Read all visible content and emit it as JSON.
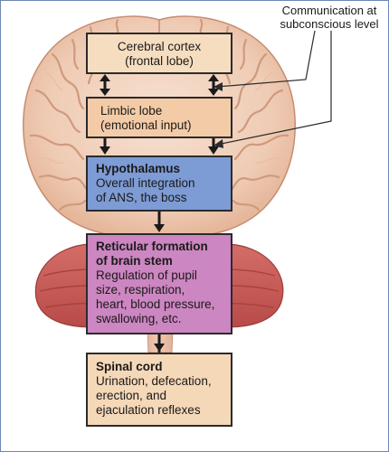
{
  "boxes": {
    "cerebral_cortex": {
      "line1": "Cerebral cortex",
      "line2": "(frontal lobe)"
    },
    "limbic_lobe": {
      "line1": "Limbic lobe",
      "line2": "(emotional input)"
    },
    "hypothalamus": {
      "title": "Hypothalamus",
      "line1": "Overall integration",
      "line2": "of ANS, the boss"
    },
    "reticular_formation": {
      "title1": "Reticular formation",
      "title2": "of brain stem",
      "line1": "Regulation of pupil",
      "line2": "size, respiration,",
      "line3": "heart, blood pressure,",
      "line4": "swallowing, etc."
    },
    "spinal_cord": {
      "title": "Spinal cord",
      "line1": "Urination, defecation,",
      "line2": "erection, and",
      "line3": "ejaculation reflexes"
    }
  },
  "callout": {
    "line1": "Communication at",
    "line2": "subconscious level"
  },
  "colors": {
    "frame": "#6d86b4",
    "brain": "#f1d3bf",
    "brain_fold": "#d8a184",
    "cerebellum": "#c85b57",
    "stem": "#e7b9a0",
    "cortex_box": "#f6ddc0",
    "limbic_box": "#f4cba7",
    "hypothalamus_box": "#7d9bd5",
    "reticular_box": "#cc86c1",
    "spinal_box": "#f5d8b8"
  }
}
